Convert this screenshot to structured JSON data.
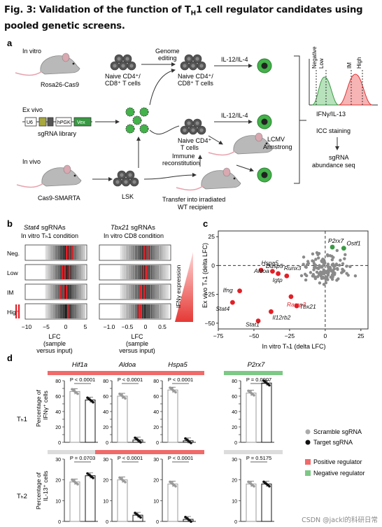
{
  "figure": {
    "title_prefix": "Fig. 3: Validation of the function of T",
    "title_sub": "H",
    "title_suffix": "1 cell regulator candidates using pooled genetic screens.",
    "watermark": "CSDN @jackl的科研日常"
  },
  "panel_a": {
    "label": "a",
    "in_vitro": "In vitro",
    "ex_vivo": "Ex vivo",
    "in_vivo": "In vivo",
    "rosa": "Rosa26-Cas9",
    "cas9_smarta": "Cas9-SMARTA",
    "naive1a": "Naive CD4⁺/",
    "naive1b": "CD8⁺ T cells",
    "naive2a": "Naive CD4⁺/",
    "naive2b": "CD8⁺ T cells",
    "naive3a": "Naive CD4⁺",
    "naive3b": "T cells",
    "genome_a": "Genome",
    "genome_b": "editing",
    "il12_1": "IL-12/IL-4",
    "il12_2": "IL-12/IL-4",
    "u6": "U6",
    "hpgk": "hPGK",
    "vex": "Vex",
    "sgrna_lib": "sgRNA library",
    "lsk": "LSK",
    "immune_a": "Immune",
    "immune_b": "reconstitution",
    "lcmv_a": "LCMV",
    "lcmv_b": "Armstrong",
    "transfer_a": "Transfer into irradiated",
    "transfer_b": "WT recipient",
    "hist_neg": "Negative",
    "hist_low": "Low",
    "hist_im": "IM",
    "hist_high": "High",
    "hist_xlabel": "IFNγ/IL-13",
    "icc": "ICC staining",
    "sgrna_a": "sgRNA",
    "sgrna_b": "abundance seq"
  },
  "panel_b": {
    "label": "b",
    "left_title_gene": "Stat4",
    "left_title_rest": " sgRNAs",
    "left_sub": "In vitro Tₕ1 condition",
    "right_title_gene": "Tbx21",
    "right_title_rest": " sgRNAs",
    "right_sub": "In vitro CD8 condition",
    "rows": [
      "Neg.",
      "Low",
      "IM",
      "High"
    ],
    "left_ticks": [
      "−10",
      "−5",
      "0",
      "5"
    ],
    "right_ticks": [
      "−1.0",
      "−0.5",
      "0",
      "0.5"
    ],
    "xlabel_a": "LFC",
    "xlabel_b": "(sample",
    "xlabel_c": "versus input)",
    "ifn_label": "IFNγ expression"
  },
  "panel_c": {
    "label": "c",
    "xlabel": "In vitro Tₕ1 (delta LFC)",
    "ylabel": "Ex vivo Tₕ1 (delta LFC)",
    "x_ticks": [
      "−75",
      "−50",
      "−25",
      "0",
      "25"
    ],
    "y_ticks": [
      "25",
      "0",
      "−25",
      "−50"
    ],
    "red_points": [
      {
        "name": "Aldoa",
        "x": -45,
        "y": -4
      },
      {
        "name": "Hspa5",
        "x": -37,
        "y": -5
      },
      {
        "name": "Runx3",
        "x": -27,
        "y": -9
      },
      {
        "name": "Igtp",
        "x": -33,
        "y": -7
      },
      {
        "name": "Ifng",
        "x": -60,
        "y": -22
      },
      {
        "name": "Stat4",
        "x": -65,
        "y": -32
      },
      {
        "name": "Ramp3",
        "x": -24,
        "y": -27
      },
      {
        "name": "Il12rb2",
        "x": -38,
        "y": -40
      },
      {
        "name": "Tbx21",
        "x": -20,
        "y": -35
      },
      {
        "name": "Stat1",
        "x": -47,
        "y": -48
      }
    ],
    "green_points": [
      {
        "name": "P2rx7",
        "x": 5,
        "y": 16
      },
      {
        "name": "Ostf1",
        "x": 13,
        "y": 15
      }
    ],
    "extra_labels": {
      "dusp5": "Dusp5"
    }
  },
  "panel_d": {
    "label": "d",
    "genes": [
      "Hif1a",
      "Aldoa",
      "Hspa5",
      "P2rx7"
    ],
    "gene_colors": [
      "#f06a6a",
      "#f06a6a",
      "#f06a6a",
      "#7cc885"
    ],
    "row1_colors": [
      "#f06a6a",
      "#f06a6a",
      "#f06a6a",
      "#7cc885"
    ],
    "row2_colors": [
      "#dcdcdc",
      "#f06a6a",
      "#f06a6a",
      "#dcdcdc"
    ],
    "th1_label": "Tₕ1",
    "th2_label": "Tₕ2",
    "ylabel1a": "Percentage of",
    "ylabel1b": "IFNγ⁺ cells",
    "ylabel2a": "Percentage of",
    "ylabel2b": "IL-13⁺ cells",
    "th1_p": [
      "P < 0.0001",
      "P < 0.0001",
      "P < 0.0001",
      "P = 0.0007"
    ],
    "th2_p": [
      "P = 0.0703",
      "P < 0.0001",
      "P < 0.0001",
      "P = 0.5175"
    ],
    "th1_yticks": [
      "0",
      "10",
      "20",
      "30",
      "40",
      "50",
      "60",
      "70",
      "80"
    ],
    "th2_yticks": [
      "0",
      "10",
      "20",
      "30"
    ],
    "th1_values": [
      [
        66,
        55
      ],
      [
        60,
        3
      ],
      [
        68,
        2
      ],
      [
        64,
        77
      ]
    ],
    "th2_values": [
      [
        19,
        22
      ],
      [
        20,
        3
      ],
      [
        18,
        1
      ],
      [
        18,
        18
      ]
    ],
    "legend": {
      "scramble": "Scramble sgRNA",
      "target": "Target sgRNA",
      "positive": "Positive regulator",
      "negative": "Negative regulator"
    }
  }
}
